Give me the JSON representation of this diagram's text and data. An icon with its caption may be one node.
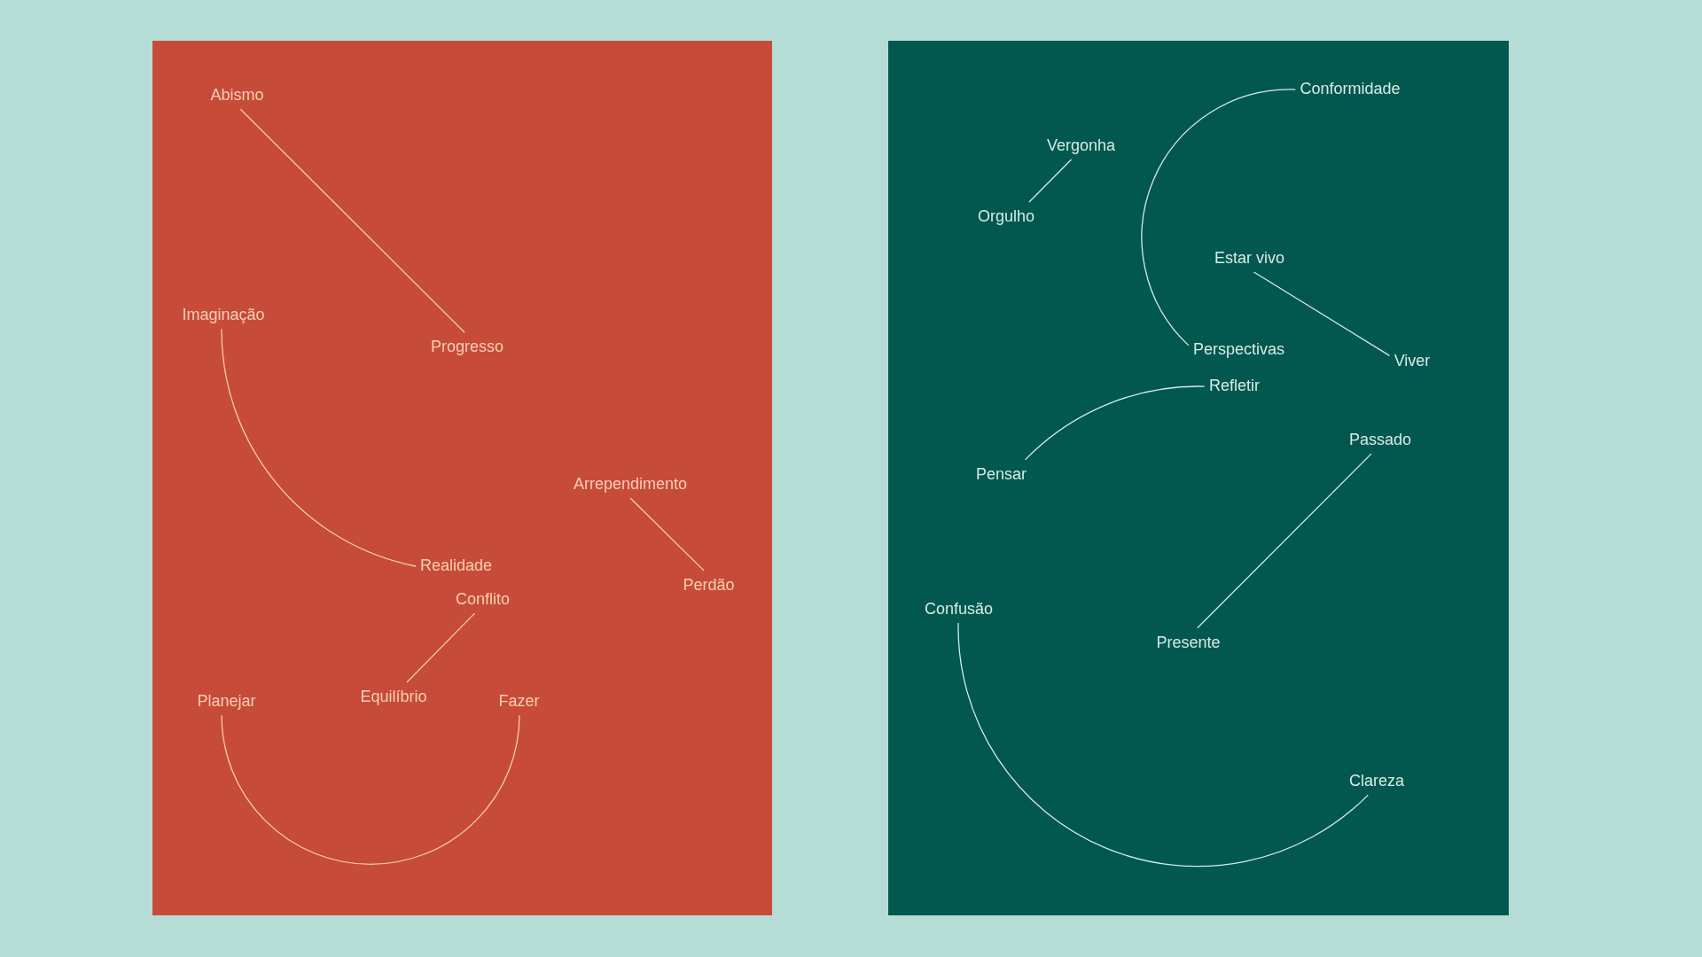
{
  "diagram": {
    "nodes": [
      {
        "text": [],
        "shape": "box"
      },
      {
        "text": [
          "Abismo"
        ],
        "in": 0
      },
      {
        "text": [
          "Imaginação"
        ],
        "in": 0
      },
      {
        "text": [
          "Progresso"
        ],
        "in": 0
      },
      {
        "text": [
          "Arrependimento"
        ],
        "in": 0
      },
      {
        "text": [
          "Realidade"
        ],
        "in": 0
      },
      {
        "text": [
          "Perdão"
        ],
        "in": 0
      },
      {
        "text": [
          "Conflito"
        ],
        "in": 0
      },
      {
        "text": [
          "Equilíbrio"
        ],
        "in": 0
      },
      {
        "text": [
          "Planejar"
        ],
        "in": 0
      },
      {
        "text": [
          "Fazer"
        ],
        "in": 0
      },
      {
        "text": [],
        "shape": "box"
      },
      {
        "text": [
          "Conformidade"
        ],
        "in": 11
      },
      {
        "text": [
          "Vergonha"
        ],
        "in": 11
      },
      {
        "text": [
          "Orgulho"
        ],
        "in": 11
      },
      {
        "text": [
          "Estar vivo"
        ],
        "in": 11
      },
      {
        "text": [
          "Perspectivas"
        ],
        "in": 11
      },
      {
        "text": [
          "Viver"
        ],
        "in": 11
      },
      {
        "text": [
          "Refletir"
        ],
        "in": 11
      },
      {
        "text": [
          "Passado"
        ],
        "in": 11
      },
      {
        "text": [
          "Pensar"
        ],
        "in": 11
      },
      {
        "text": [
          "Confusão"
        ],
        "in": 11
      },
      {
        "text": [
          "Presente"
        ],
        "in": 11
      },
      {
        "text": [
          "Clareza"
        ],
        "in": 11
      }
    ],
    "edges": [
      {
        "from": 1,
        "to": 3,
        "arrow": "none",
        "color": "#f5cfae"
      },
      {
        "from": 2,
        "to": 5,
        "arrow": "none",
        "color": "#f5cfae"
      },
      {
        "from": 4,
        "to": 6,
        "arrow": "none",
        "color": "#f5cfae"
      },
      {
        "from": 7,
        "to": 8,
        "arrow": "none",
        "color": "#f5cfae"
      },
      {
        "from": 9,
        "to": 10,
        "arrow": "none",
        "color": "#f5cfae"
      },
      {
        "from": 12,
        "to": 16,
        "arrow": "none"
      },
      {
        "from": 13,
        "to": 14,
        "arrow": "none"
      },
      {
        "from": 15,
        "to": 17,
        "arrow": "none"
      },
      {
        "from": 18,
        "to": 20,
        "arrow": "none"
      },
      {
        "from": 19,
        "to": 22,
        "arrow": "none"
      },
      {
        "from": 21,
        "to": 23,
        "arrow": "none"
      }
    ]
  }
}
